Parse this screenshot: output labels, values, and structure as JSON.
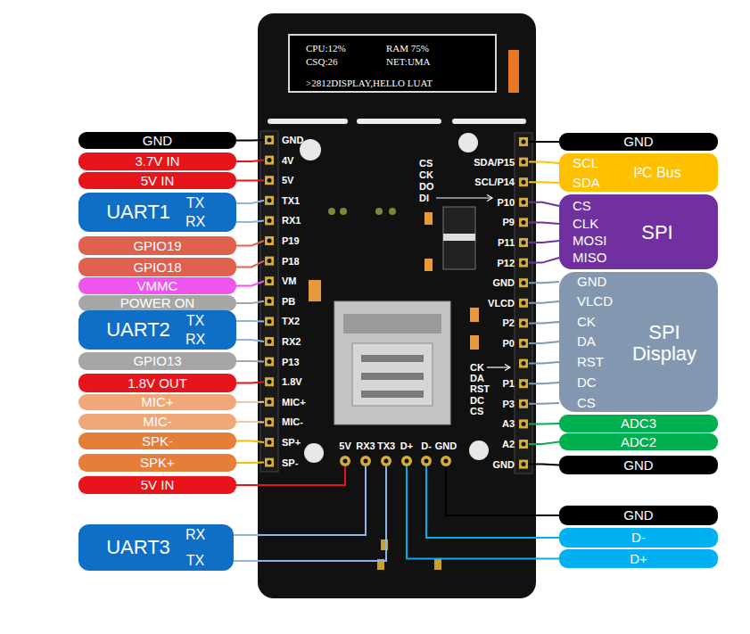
{
  "diagram": {
    "nodes": [
      {
        "text": [
          "CPU:12%",
          "RAM 75%",
          "CSQ:26",
          "NET:UMA",
          ">2812DISPLAY,HELLO LUAT"
        ]
      },
      {
        "text": [
          "GND"
        ]
      },
      {
        "text": [
          "3.7V IN"
        ]
      },
      {
        "text": [
          "5V IN"
        ]
      },
      {
        "text": [
          "UART1",
          "TX",
          "RX"
        ]
      },
      {
        "text": [
          "GPIO19"
        ]
      },
      {
        "text": [
          "GPIO18"
        ]
      },
      {
        "text": [
          "VMMC"
        ]
      },
      {
        "text": [
          "POWER ON"
        ]
      },
      {
        "text": [
          "UART2",
          "TX",
          "RX"
        ]
      },
      {
        "text": [
          "GPIO13"
        ]
      },
      {
        "text": [
          "1.8V OUT"
        ]
      },
      {
        "text": [
          "MIC+"
        ]
      },
      {
        "text": [
          "MIC-"
        ]
      },
      {
        "text": [
          "SPK-"
        ]
      },
      {
        "text": [
          "SPK+"
        ]
      },
      {
        "text": [
          "5V IN"
        ]
      },
      {
        "text": [
          "UART3",
          "RX",
          "TX"
        ]
      },
      {
        "text": [
          "GND"
        ]
      },
      {
        "text": [
          "SCL",
          "SDA",
          "I²C Bus"
        ]
      },
      {
        "text": [
          "CS",
          "CLK",
          "MOSI",
          "MISO",
          "SPI"
        ]
      },
      {
        "text": [
          "GND",
          "VLCD",
          "CK",
          "DA",
          "RST",
          "DC",
          "CS",
          "SPI Display"
        ]
      },
      {
        "text": [
          "ADC3"
        ]
      },
      {
        "text": [
          "ADC2"
        ]
      },
      {
        "text": [
          "GND"
        ]
      },
      {
        "text": [
          "GND"
        ]
      },
      {
        "text": [
          "D-"
        ]
      },
      {
        "text": [
          "D+"
        ]
      }
    ],
    "labels": [
      "GND",
      "4V",
      "5V",
      "TX1",
      "RX1",
      "P19",
      "P18",
      "VM",
      "PB",
      "TX2",
      "RX2",
      "P13",
      "1.8V",
      "MIC+",
      "MIC-",
      "SP+",
      "SP-",
      "SDA/P15",
      "SCL/P14",
      "P10",
      "P9",
      "P11",
      "P12",
      "GND",
      "VLCD",
      "P2",
      "P0",
      "P1",
      "P3",
      "A3",
      "A2",
      "GND",
      "5V",
      "RX3",
      "TX3",
      "D+",
      "D-",
      "GND",
      "CS",
      "CK",
      "DO",
      "DI",
      "CK",
      "DA",
      "RST",
      "DC",
      "CS"
    ]
  }
}
